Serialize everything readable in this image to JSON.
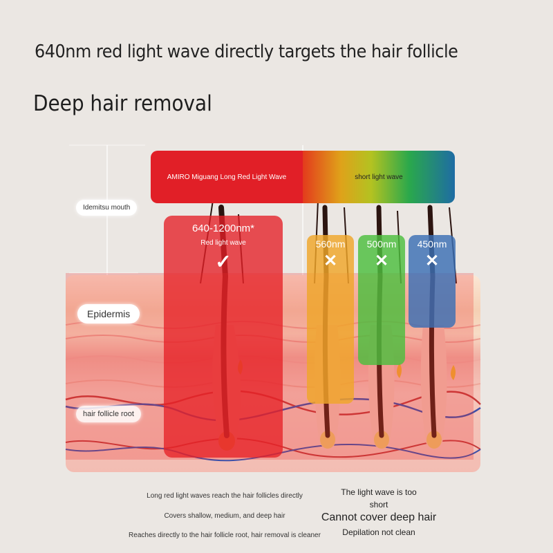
{
  "headline": "640nm red light wave directly targets the hair follicle",
  "title": "Deep hair removal",
  "bars": {
    "long": "AMIRO Miguang Long Red Light Wave",
    "short": "short light wave"
  },
  "layer_labels": {
    "mouth": "Idemitsu mouth",
    "epidermis": "Epidermis",
    "root": "hair follicle root"
  },
  "red_panel": {
    "range": "640-1200nm*",
    "label": "Red light wave",
    "mark": "✓"
  },
  "short_panels": [
    {
      "wavelength": "560nm",
      "mark": "✕",
      "color": "#efa62a"
    },
    {
      "wavelength": "500nm",
      "mark": "✕",
      "color": "#4cbe3e"
    },
    {
      "wavelength": "450nm",
      "mark": "✕",
      "color": "#3b6fb5"
    }
  ],
  "left_notes": [
    "Long red light waves reach the hair follicles directly",
    "Covers shallow, medium, and deep hair",
    "Reaches directly to the hair follicle root, hair removal is cleaner"
  ],
  "right_notes": {
    "line1": "The light wave is too",
    "line2": "short",
    "line3": "Cannot cover deep hair",
    "line4": "Depilation not clean"
  },
  "colors": {
    "red": "#e11f27",
    "skin_top": "#f6dcc4",
    "skin_mid": "#f2b6ac",
    "dermis": "#f4c6bf"
  }
}
